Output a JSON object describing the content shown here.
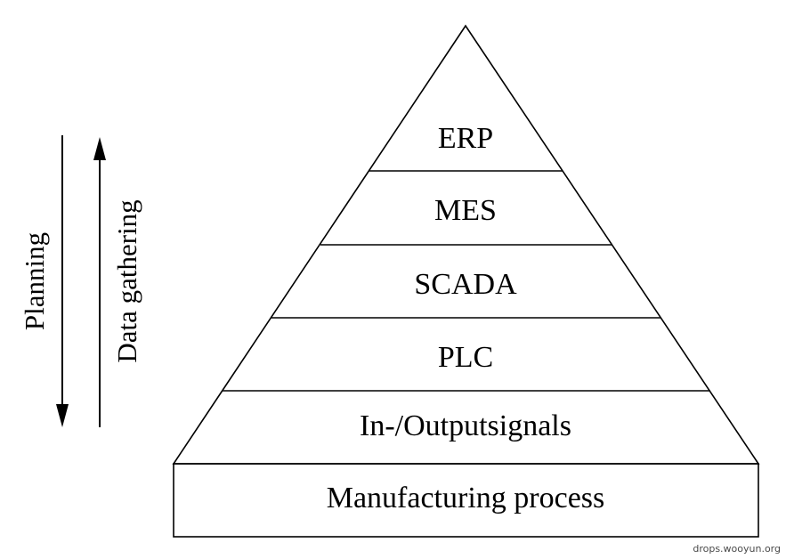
{
  "pyramid": {
    "layers": [
      "ERP",
      "MES",
      "SCADA",
      "PLC",
      "In-/Outputsignals"
    ],
    "base": "Manufacturing process"
  },
  "arrows": {
    "planning": "Planning",
    "data_gathering": "Data gathering"
  },
  "watermark": "drops.wooyun.org",
  "colors": {
    "line": "#000000",
    "background": "#ffffff"
  }
}
